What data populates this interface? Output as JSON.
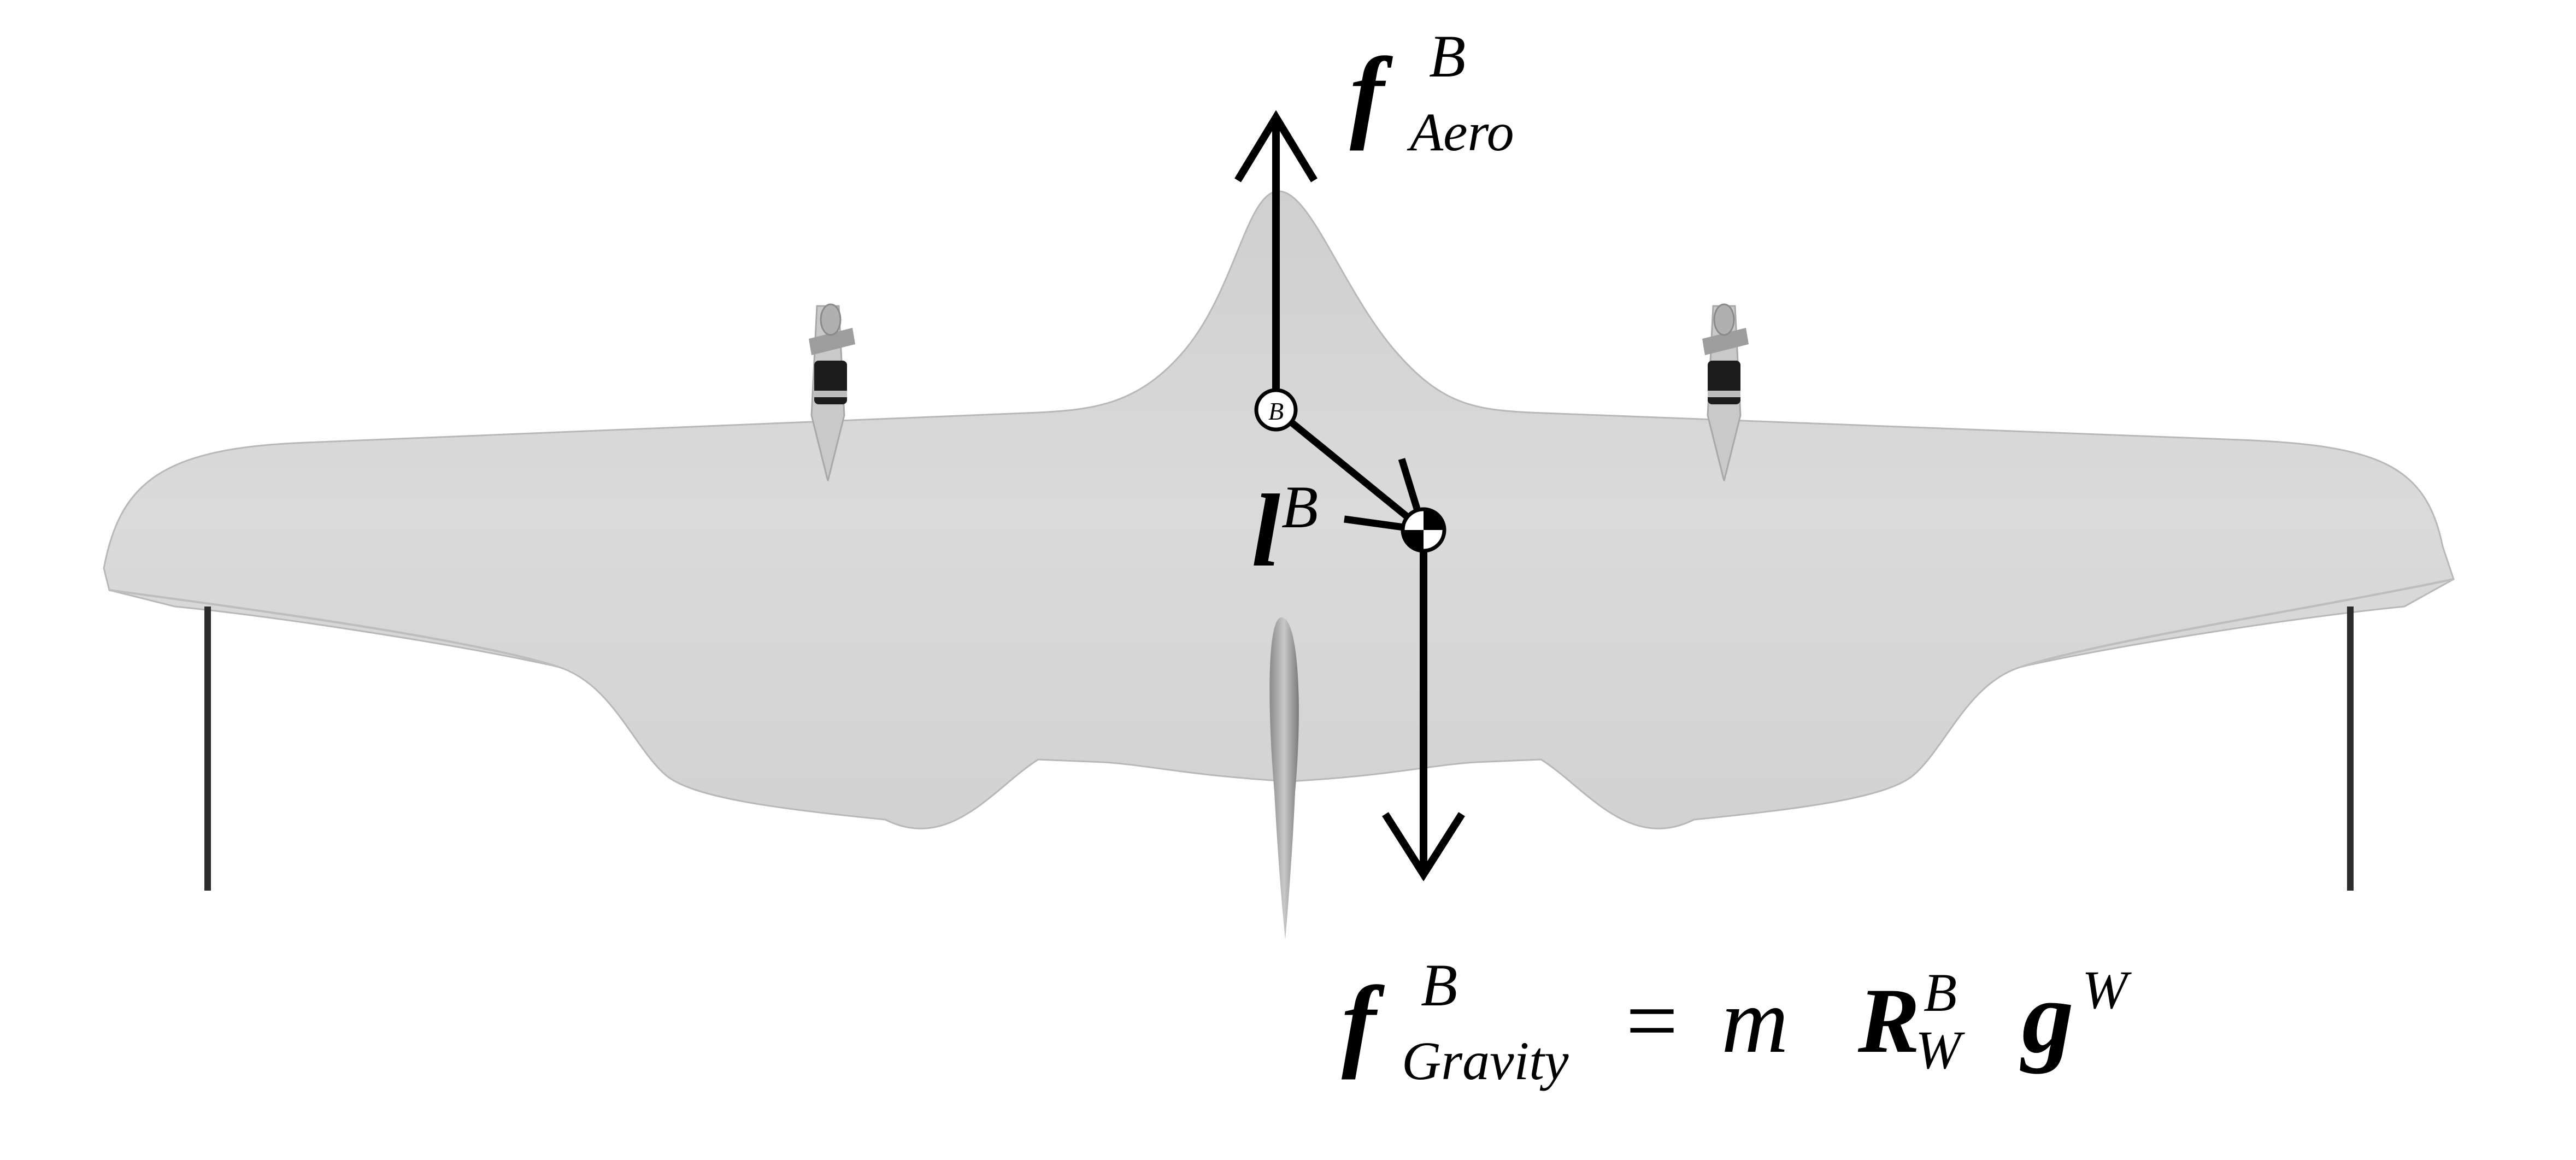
{
  "labels": {
    "body_frame_marker": "B",
    "aero_force": {
      "symbol": "f",
      "superscript": "B",
      "subscript": "Aero"
    },
    "lever_arm": {
      "symbol": "l",
      "superscript": "B"
    },
    "gravity_equation": {
      "lhs_symbol": "f",
      "lhs_superscript": "B",
      "lhs_subscript": "Gravity",
      "equals": "=",
      "mass": "m",
      "rotation_symbol": "R",
      "rotation_superscript": "B",
      "rotation_subscript": "W",
      "gravity_symbol": "g",
      "gravity_superscript": "W"
    }
  },
  "colors": {
    "aircraft_body": "#d6d6d6",
    "aircraft_shadow": "#9a9a9a",
    "vectors": "#000000",
    "background": "#ffffff"
  }
}
